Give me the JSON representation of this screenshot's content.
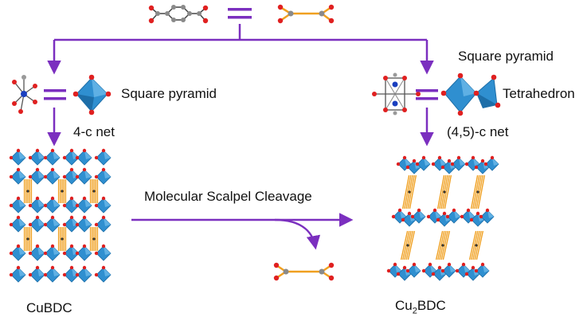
{
  "labels": {
    "square_pyramid_left": "Square pyramid",
    "net_left": "4-c net",
    "square_pyramid_right": "Square pyramid",
    "tetrahedron": "Tetrahedron",
    "net_right": "(4,5)-c net",
    "reaction": "Molecular Scalpel Cleavage",
    "product_left": "CuBDC",
    "product_right_main": "Cu",
    "product_right_sub": "2",
    "product_right_tail": "BDC"
  },
  "colors": {
    "arrow": "#7b2fbf",
    "polyhedron": "#2f8fd0",
    "polyhedron_dark": "#1d6ea8",
    "linker": "#f0a020",
    "oxygen": "#e02020",
    "carbon": "#8a8a8a",
    "copper": "#1a3fbf"
  },
  "icons": [
    "bdc-molecule-icon",
    "bdc-linker-icon",
    "cu-coordination-icon",
    "paddlewheel-icon",
    "square-pyramid-icon",
    "tetrahedron-icon"
  ]
}
